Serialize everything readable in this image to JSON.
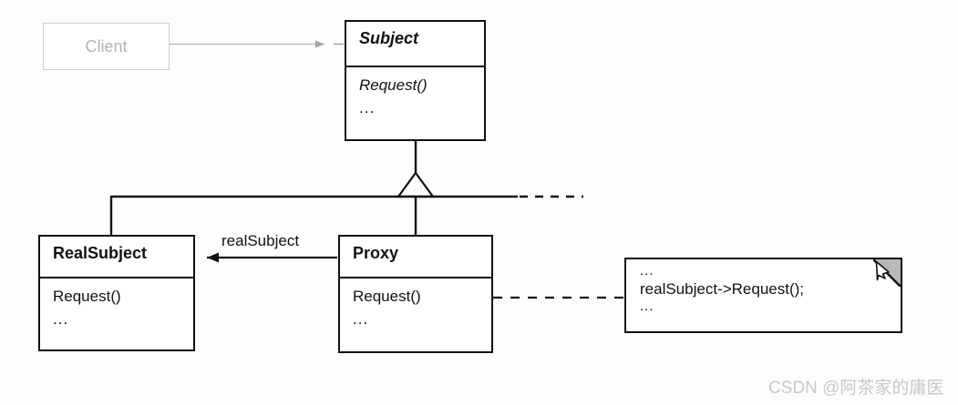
{
  "diagram": {
    "title": "Proxy design pattern UML class diagram",
    "background_color": "#fdfdfb",
    "line_color": "#111111",
    "faded_color": "#b3b3b3"
  },
  "classes": {
    "client": {
      "name": "Client",
      "style": "faded"
    },
    "subject": {
      "name": "Subject",
      "abstract": true,
      "operations": [
        "Request()"
      ],
      "ellipsis": "..."
    },
    "realsubject": {
      "name": "RealSubject",
      "abstract": false,
      "operations": [
        "Request()"
      ],
      "ellipsis": "..."
    },
    "proxy": {
      "name": "Proxy",
      "abstract": false,
      "operations": [
        "Request()"
      ],
      "ellipsis": "..."
    }
  },
  "relations": {
    "client_to_subject": {
      "type": "association-arrow",
      "label": ""
    },
    "generalization": {
      "type": "generalization",
      "parent": "Subject",
      "children": [
        "RealSubject",
        "Proxy"
      ]
    },
    "proxy_to_realsubject": {
      "type": "association",
      "label": "realSubject"
    },
    "proxy_request_to_note": {
      "type": "dependency-dashed",
      "label": ""
    }
  },
  "note": {
    "lines": [
      "...",
      "realSubject->Request();",
      "..."
    ]
  },
  "watermark": {
    "text": "CSDN @阿茶家的庸医"
  }
}
